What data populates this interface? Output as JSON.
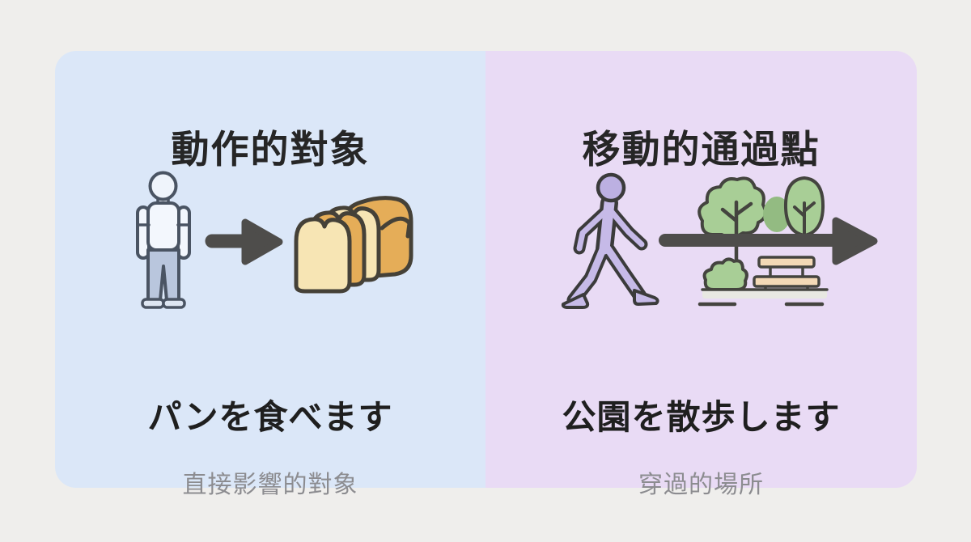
{
  "panels": [
    {
      "id": "object-of-action",
      "title": "動作的對象",
      "sentence": "パンを食べます",
      "caption": "直接影響的對象",
      "bg": "#dbe7f8",
      "icons": [
        "standing-person-icon",
        "arrow-right-icon",
        "bread-loaf-icon"
      ]
    },
    {
      "id": "point-of-passage",
      "title": "移動的通過點",
      "sentence": "公園を散歩します",
      "caption": "穿過的場所",
      "bg": "#e9dbf5",
      "icons": [
        "walking-person-icon",
        "arrow-through-park-icon",
        "park-icon"
      ]
    }
  ],
  "colors": {
    "background": "#efeeec",
    "left_panel": "#dbe7f8",
    "right_panel": "#e9dbf5",
    "title_text": "#262626",
    "sentence_text": "#1f1f1f",
    "caption_text": "#8c8c90",
    "arrow": "#4e4d4b",
    "person_outline": "#4a5463",
    "person_shirt": "#f3f7fd",
    "person_pants": "#b9c6dd",
    "walker_purple": "#c6bae8",
    "tree_green": "#a8ce96",
    "tree_green_dark": "#93bb82",
    "bench_tan": "#f3d9b6",
    "bread_crust": "#e5ad58",
    "bread_slice": "#f7e5b4",
    "ground_gray": "#e8e8e2"
  }
}
